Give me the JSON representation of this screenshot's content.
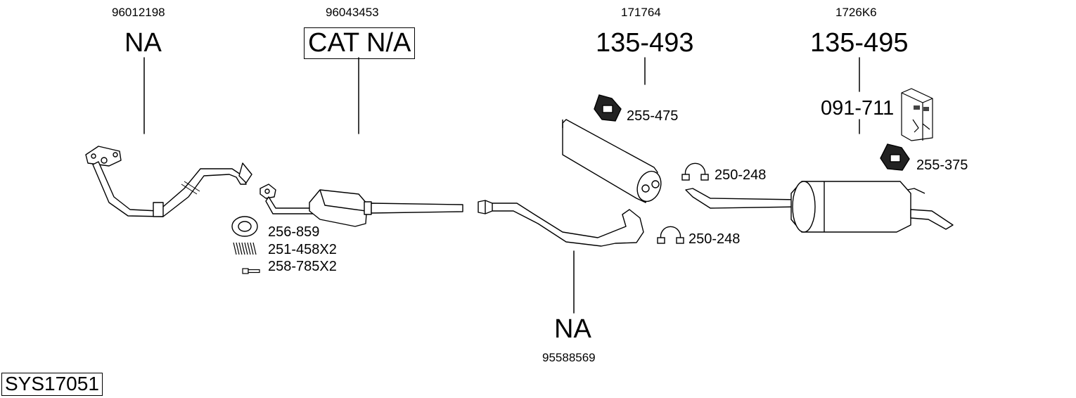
{
  "diagram": {
    "system_code": "SYS17051",
    "sections": [
      {
        "oem": "96012198",
        "ref": "NA"
      },
      {
        "oem": "96043453",
        "ref": "CAT N/A"
      },
      {
        "oem": "171764",
        "ref": "135-493"
      },
      {
        "oem": "1726K6",
        "ref": "135-495"
      },
      {
        "oem": "95588569",
        "ref": "NA"
      }
    ],
    "parts": {
      "gasket": "256-859",
      "spring": "251-458X2",
      "bolt": "258-785X2",
      "mount_front": "255-475",
      "clamp_upper": "250-248",
      "clamp_lower": "250-248",
      "mount_rear": "255-375",
      "fitting_kit": "091-711"
    }
  }
}
